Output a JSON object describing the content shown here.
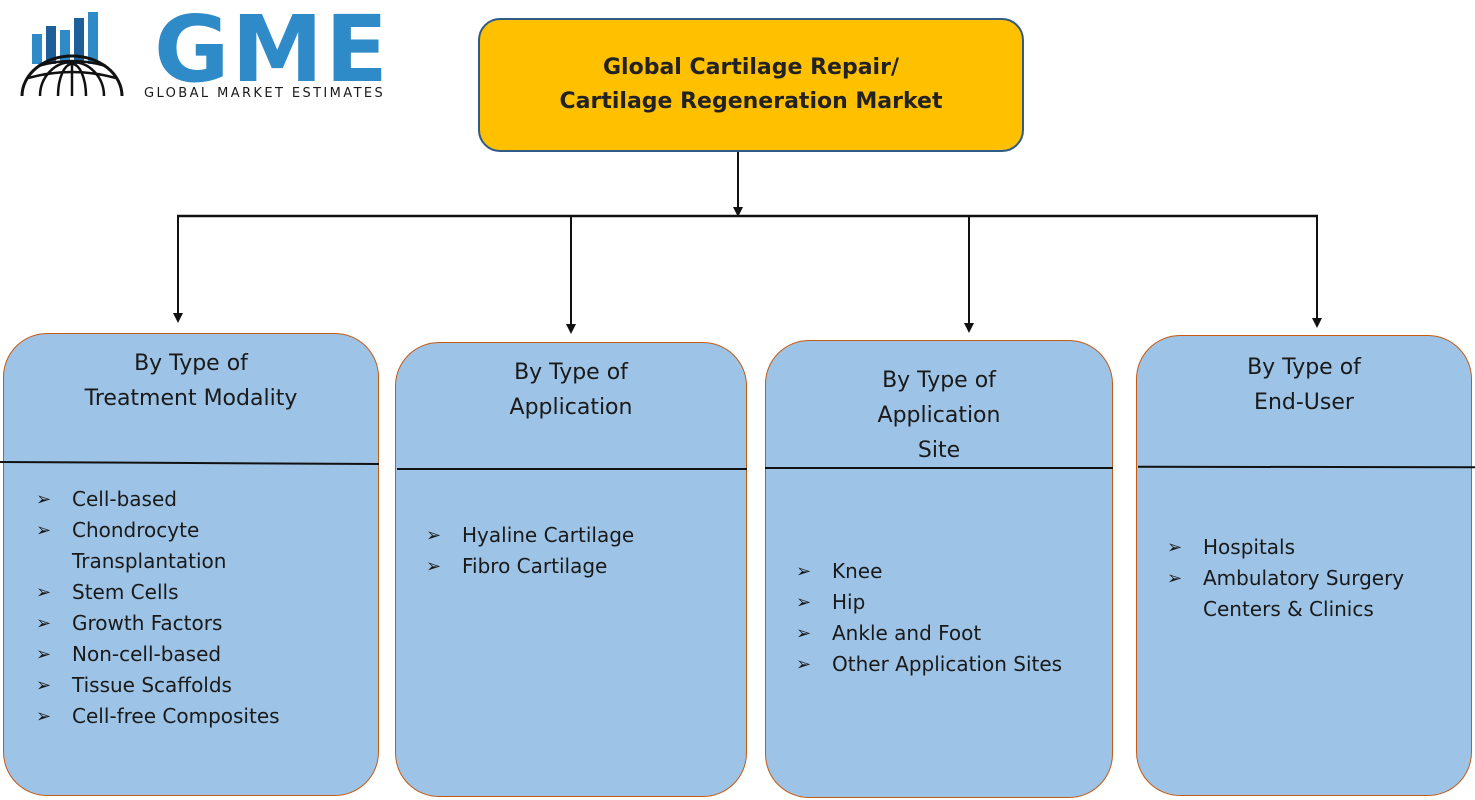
{
  "logo": {
    "name": "GME",
    "tagline": "GLOBAL MARKET ESTIMATES",
    "brand_color": "#2f8ac8"
  },
  "root": {
    "title": "Global Cartilage Repair/ Cartilage Regeneration Market",
    "fill": "#ffc000"
  },
  "categories": [
    {
      "heading": "By Type of Treatment Modality",
      "items": [
        "Cell-based",
        "Chondrocyte Transplantation",
        "Stem Cells",
        "Growth Factors",
        "Non-cell-based",
        "Tissue Scaffolds",
        "Cell-free Composites"
      ]
    },
    {
      "heading": "By Type of Application",
      "items": [
        "Hyaline Cartilage",
        "Fibro Cartilage"
      ]
    },
    {
      "heading": "By Type of Application Site",
      "items": [
        "Knee",
        "Hip",
        "Ankle and Foot",
        "Other Application Sites"
      ]
    },
    {
      "heading": "By Type of End-User",
      "items": [
        "Hospitals",
        "Ambulatory Surgery Centers & Clinics"
      ]
    }
  ],
  "colors": {
    "category_fill": "#9dc3e6",
    "category_border": "#c55a11"
  }
}
